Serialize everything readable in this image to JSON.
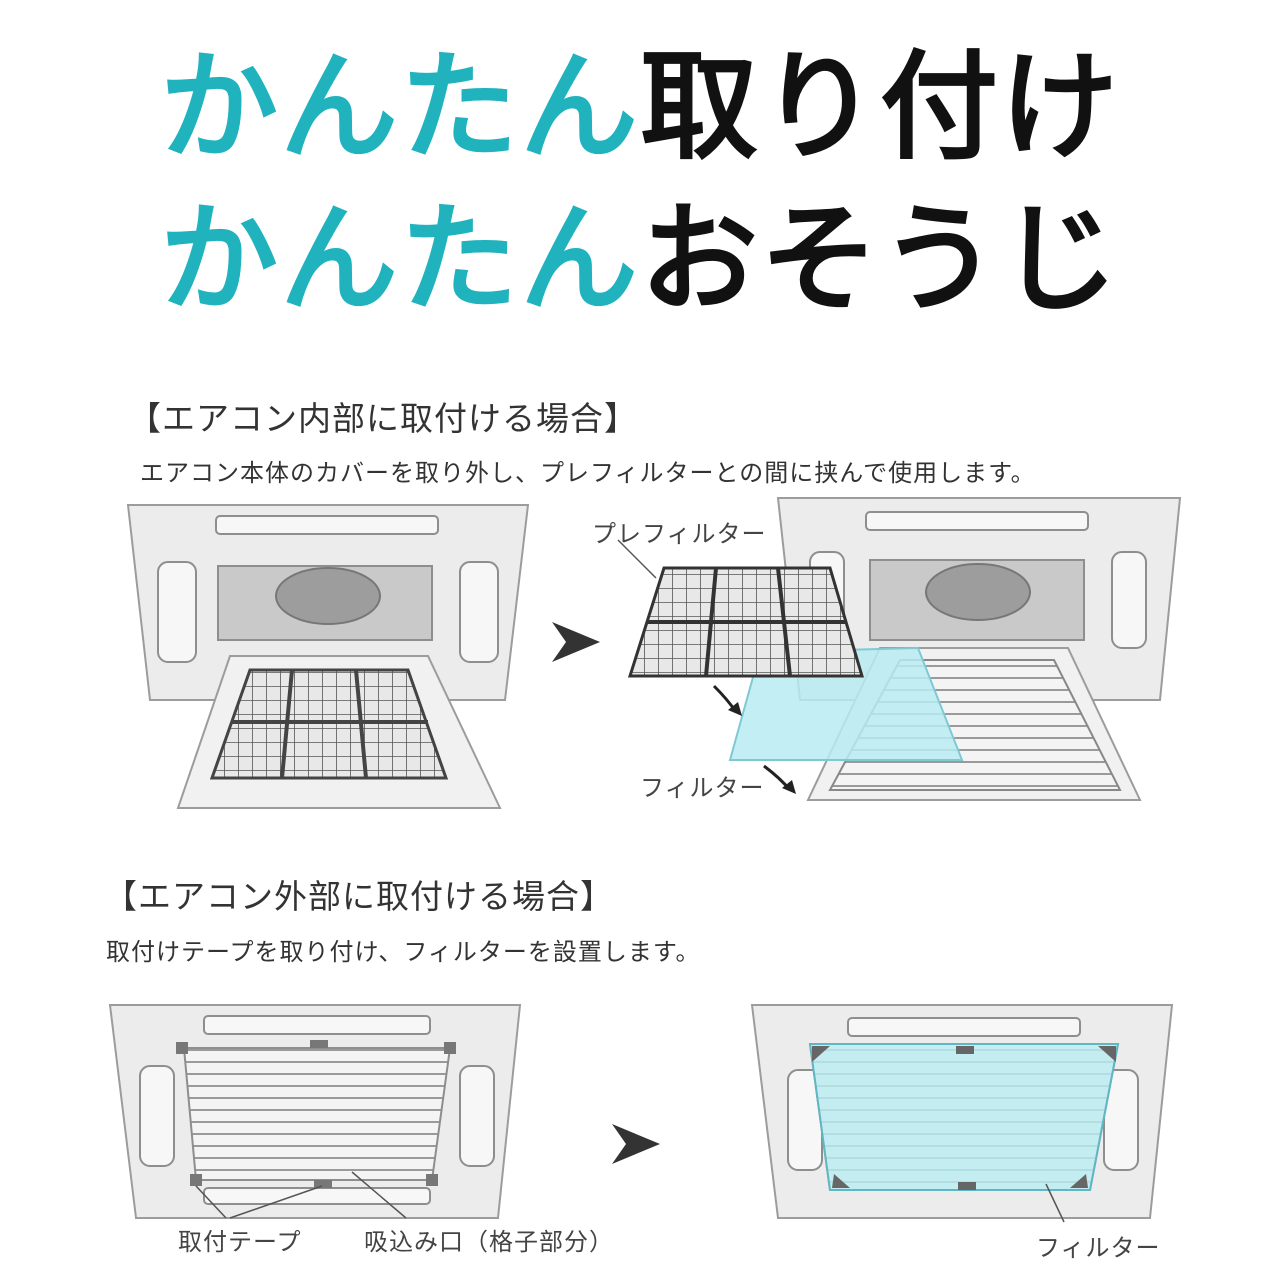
{
  "headline": {
    "line1_accent": "かんたん",
    "line1_rest": "取り付け",
    "line2_accent": "かんたん",
    "line2_rest": "おそうじ"
  },
  "colors": {
    "accent": "#20b3be",
    "filter": "#b9ecf2",
    "unit": "#eeeeee",
    "dark_text": "#111111"
  },
  "section1": {
    "title": "【エアコン内部に取付ける場合】",
    "description": "エアコン本体のカバーを取り外し、プレフィルターとの間に挟んで使用します。",
    "label_prefilter": "プレフィルター",
    "label_filter": "フィルター"
  },
  "section2": {
    "title": "【エアコン外部に取付ける場合】",
    "description": "取付けテープを取り付け、フィルターを設置します。",
    "label_tape": "取付テープ",
    "label_intake": "吸込み口（格子部分）",
    "label_filter": "フィルター"
  },
  "icons": [
    "arrow-right-icon",
    "arrow-right-icon",
    "curved-arrow-icon",
    "curved-arrow-icon"
  ]
}
